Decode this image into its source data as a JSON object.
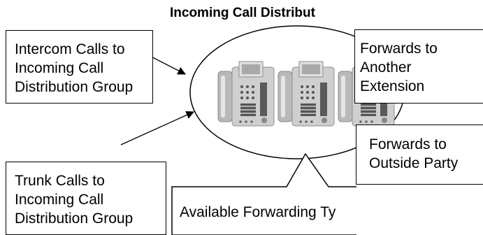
{
  "title": "Incoming Call Distribut",
  "boxes": {
    "intercom": "Intercom Calls to\nIncoming Call\nDistribution Group",
    "trunk": "Trunk Calls to\nIncoming Call\nDistribution Group",
    "another_extension": "Forwards to\nAnother\nExtension",
    "outside_party": "Forwards to\nOutside Party",
    "available_types": "Available Forwarding Ty"
  },
  "colors": {
    "line": "#000000",
    "phone_body": "#c8c8c8",
    "phone_dark": "#6e6e6e"
  },
  "icons": [
    "telephone-icon",
    "telephone-icon",
    "telephone-icon"
  ]
}
